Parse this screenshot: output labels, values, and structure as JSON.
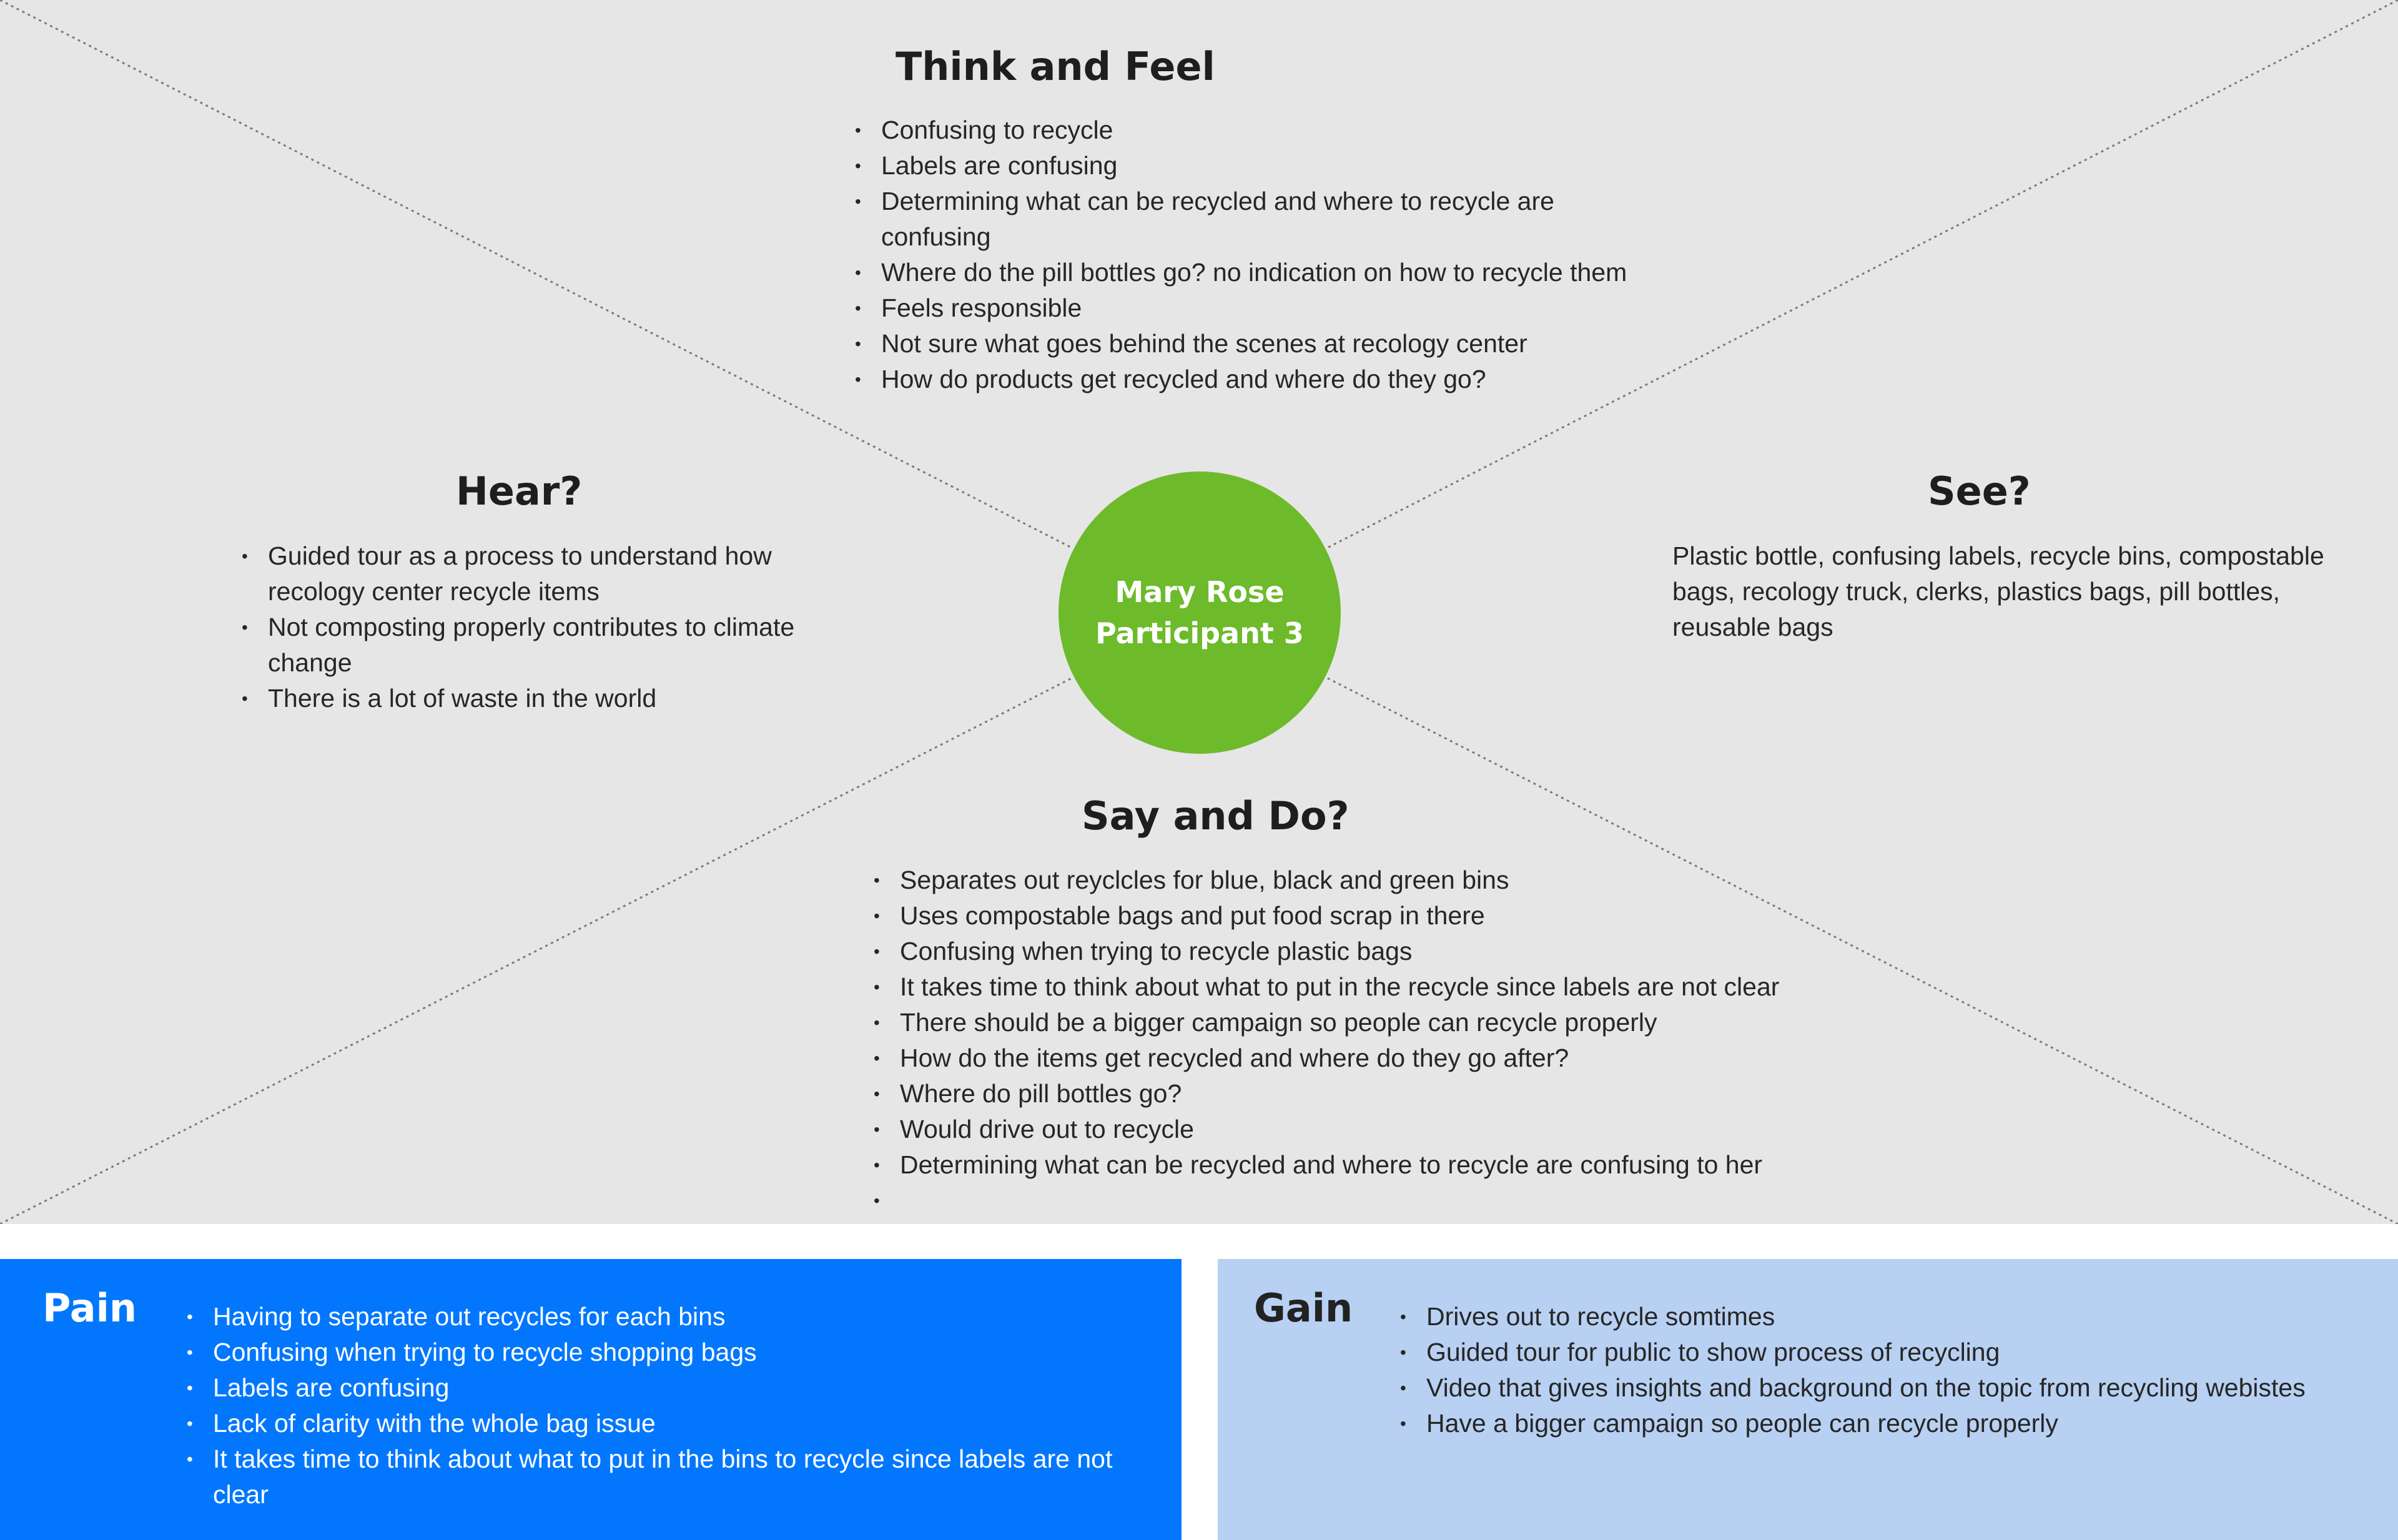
{
  "think_feel": {
    "heading": "Think and Feel",
    "items": [
      "Confusing to recycle",
      "Labels are confusing",
      "Determining what can be recycled and where to recycle are confusing",
      "Where do the pill bottles go? no indication on how to recycle them",
      "Feels responsible",
      "Not sure what goes behind the scenes at recology center",
      "How do products get recycled and where do they go?"
    ]
  },
  "hear": {
    "heading": "Hear?",
    "items": [
      "Guided tour as a process to understand how recology center recycle items",
      "Not composting properly contributes to climate change",
      "There is a lot of waste in the world"
    ]
  },
  "see": {
    "heading": "See?",
    "text": "Plastic bottle, confusing labels, recycle bins, compostable bags, recology truck, clerks, plastics bags, pill bottles, reusable bags"
  },
  "center": {
    "line1": "Mary Rose",
    "line2": "Participant 3",
    "color": "#6dba2b"
  },
  "say_do": {
    "heading": "Say and Do?",
    "items": [
      "Separates out reyclcles for blue, black and green bins",
      "Uses compostable bags and put food scrap in there",
      "Confusing when trying to recycle plastic bags",
      "It takes time to think about what to put in the recycle since labels are not clear",
      "There should be a bigger campaign so people can recycle properly",
      "How do the items get recycled and where do they go after?",
      "Where do pill bottles go?",
      "Would drive out to recycle",
      "Determining what can be recycled and where to recycle are confusing to her",
      ""
    ]
  },
  "pain": {
    "heading": "Pain",
    "color": "#0277fe",
    "items": [
      "Having to separate out recycles for each bins",
      "Confusing when trying to recycle shopping bags",
      "Labels are confusing",
      "Lack of clarity with the whole bag issue",
      "It takes time to think about what to put in the bins to recycle since labels are not clear"
    ]
  },
  "gain": {
    "heading": "Gain",
    "color": "#b8d0f2",
    "items": [
      "Drives out to recycle somtimes",
      "Guided tour for public to show process of recycling",
      "Video that gives insights and background on the topic from recycling webistes",
      "Have a bigger campaign so people can recycle properly"
    ]
  }
}
